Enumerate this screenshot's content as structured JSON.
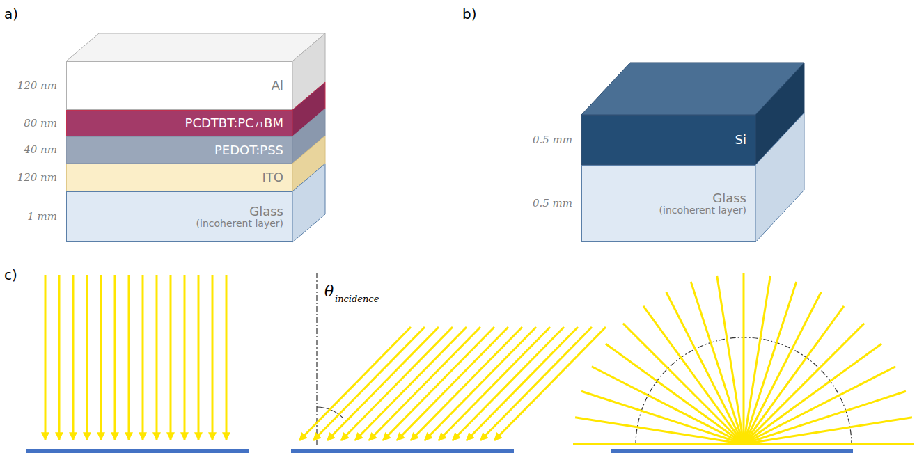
{
  "diagram": {
    "nodes": [
      {
        "text": [
          "Al"
        ]
      },
      {
        "text": [
          "PCDTBT:PC₇₁BM"
        ]
      },
      {
        "text": [
          "PEDOT:PSS"
        ]
      },
      {
        "text": [
          "ITO"
        ]
      },
      {
        "text": [
          "Glass",
          "(incoherent layer)"
        ]
      },
      {
        "text": [
          "Si"
        ]
      },
      {
        "text": [
          "Glass",
          "(incoherent layer)"
        ]
      }
    ],
    "labels": [
      "a)",
      "b)",
      "c)",
      "120 nm",
      "80 nm",
      "40 nm",
      "120 nm",
      "1 mm",
      "0.5 mm",
      "0.5 mm",
      "θ",
      "incidence"
    ]
  }
}
